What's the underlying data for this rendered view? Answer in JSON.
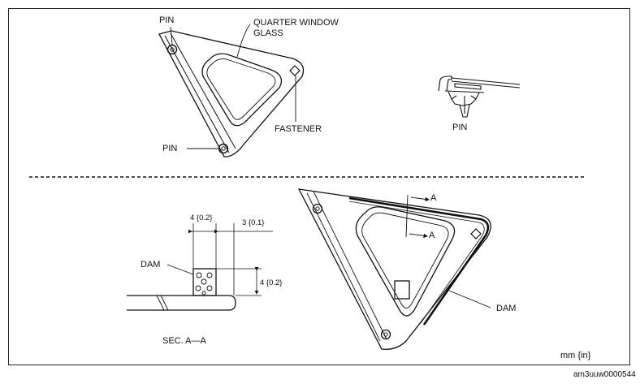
{
  "labels": {
    "pin_top": "PIN",
    "pin_bottom": "PIN",
    "quarter_window_line1": "QUARTER WINDOW",
    "quarter_window_line2": "GLASS",
    "fastener": "FASTENER",
    "pin_detail": "PIN",
    "dam_left": "DAM",
    "dam_right": "DAM",
    "section": "SEC. A—A",
    "section_a_upper": "A",
    "section_a_lower": "A",
    "dim_width": "4 {0.2}",
    "dim_offset": "3 {0.1}",
    "dim_height": "4 {0.2}",
    "units": "mm {in}"
  },
  "reference_code": "am3uuw0000544"
}
